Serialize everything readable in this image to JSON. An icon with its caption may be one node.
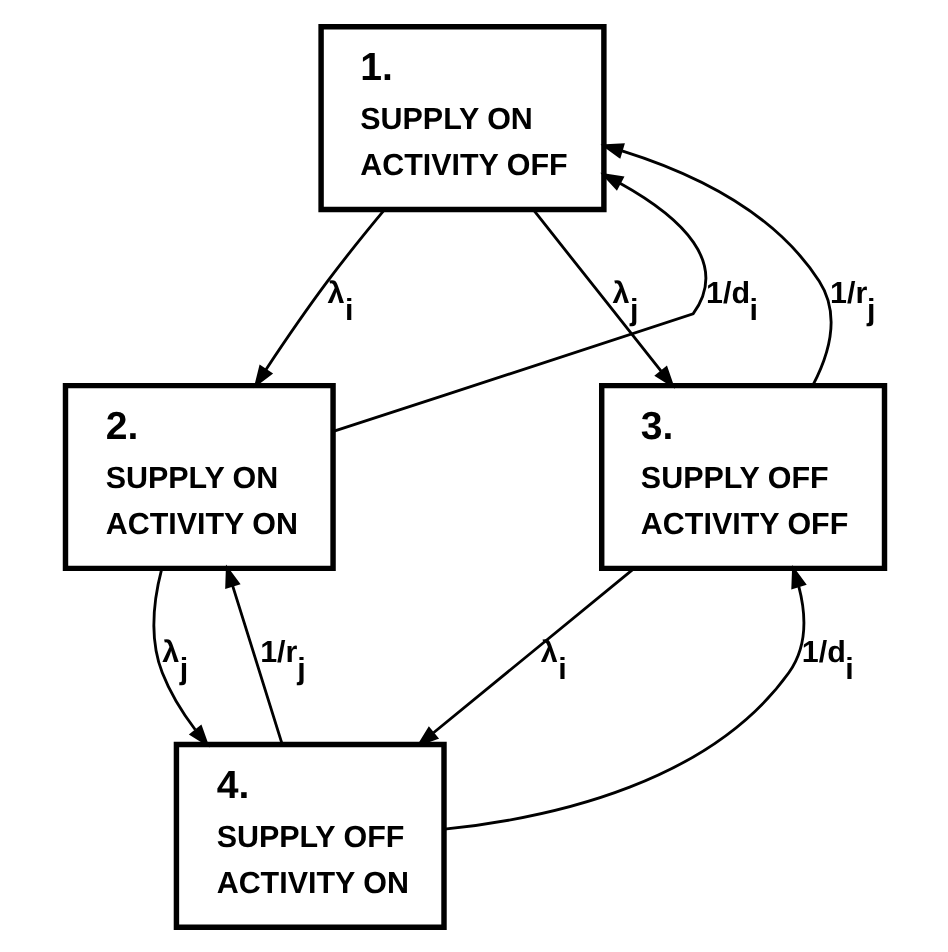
{
  "diagram": {
    "nodes": [
      {
        "text": [
          "1.",
          "SUPPLY ON",
          "ACTIVITY OFF"
        ]
      },
      {
        "text": [
          "2.",
          "SUPPLY ON",
          "ACTIVITY ON"
        ]
      },
      {
        "text": [
          "3.",
          "SUPPLY OFF",
          "ACTIVITY OFF"
        ]
      },
      {
        "text": [
          "4.",
          "SUPPLY OFF",
          "ACTIVITY ON"
        ]
      }
    ],
    "edges": [
      {
        "from": 0,
        "to": 1,
        "arrow": "to",
        "label": "λ$_{i}$"
      },
      {
        "from": 1,
        "to": 0,
        "arrow": "to",
        "label": "1/d$_{i}$"
      },
      {
        "from": 0,
        "to": 2,
        "arrow": "to",
        "label": "λ$_{j}$"
      },
      {
        "from": 2,
        "to": 0,
        "arrow": "to",
        "label": "1/r$_{j}$"
      },
      {
        "from": 1,
        "to": 3,
        "arrow": "to",
        "label": "λ$_{j}$"
      },
      {
        "from": 3,
        "to": 1,
        "arrow": "to",
        "label": "1/r$_{j}$"
      },
      {
        "from": 3,
        "to": 2,
        "arrow": "to",
        "label": "1/d$_{i}$"
      },
      {
        "from": 2,
        "to": 3,
        "arrow": "to",
        "label": "λ$_{i}$"
      }
    ]
  }
}
